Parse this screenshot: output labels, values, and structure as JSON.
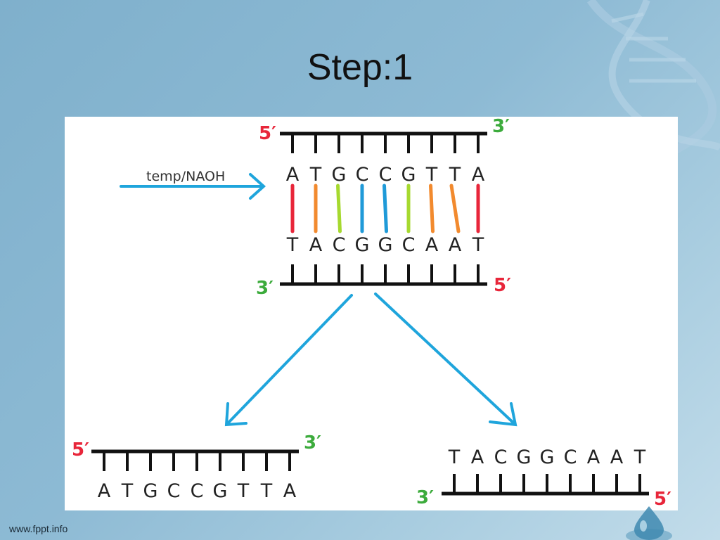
{
  "slide": {
    "title": "Step:1",
    "footer": "www.fppt.info"
  },
  "diagram": {
    "treatment_label": "temp/NAOH",
    "end_labels": {
      "five_prime": "5′",
      "three_prime": "3′"
    },
    "top_strand": [
      "A",
      "T",
      "G",
      "C",
      "C",
      "G",
      "T",
      "T",
      "A"
    ],
    "bottom_strand": [
      "T",
      "A",
      "C",
      "G",
      "G",
      "C",
      "A",
      "A",
      "T"
    ],
    "left_product": [
      "A",
      "T",
      "G",
      "C",
      "C",
      "G",
      "T",
      "T",
      "A"
    ],
    "right_product": [
      "T",
      "A",
      "C",
      "G",
      "G",
      "C",
      "A",
      "A",
      "T"
    ]
  },
  "colors": {
    "five_prime": "#e8263a",
    "three_prime": "#3cab3c",
    "arrow": "#1fa5dc",
    "pair_AT": "#e8263a",
    "pair_TA": "#f28a2e",
    "pair_GC": "#a6d92f",
    "pair_CG": "#1f9ad8"
  }
}
